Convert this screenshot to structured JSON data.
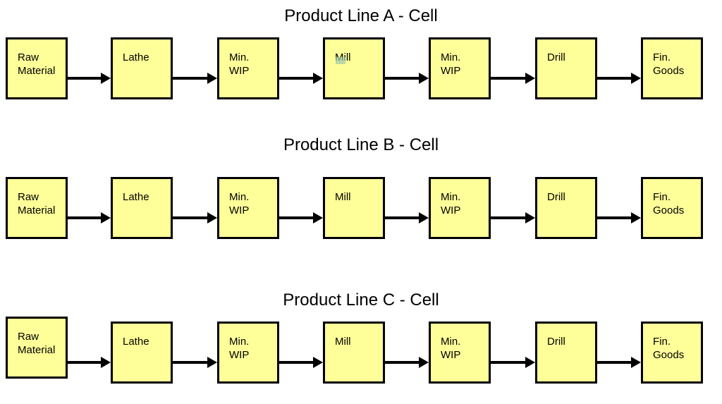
{
  "diagram": {
    "rows": [
      {
        "title": "Product Line A - Cell",
        "nodes": [
          "Raw\nMaterial",
          "Lathe",
          "Min.\nWIP",
          "Mill",
          "Min.\nWIP",
          "Drill",
          "Fin.\nGoods"
        ]
      },
      {
        "title": "Product Line B - Cell",
        "nodes": [
          "Raw\nMaterial",
          "Lathe",
          "Min.\nWIP",
          "Mill",
          "Min.\nWIP",
          "Drill",
          "Fin.\nGoods"
        ]
      },
      {
        "title": "Product Line C - Cell",
        "nodes": [
          "Raw\nMaterial",
          "Lathe",
          "Min.\nWIP",
          "Mill",
          "Min.\nWIP",
          "Drill",
          "Fin.\nGoods"
        ]
      }
    ],
    "colors": {
      "box_fill": "#ffff99",
      "box_border": "#000000",
      "arrow": "#000000"
    }
  }
}
